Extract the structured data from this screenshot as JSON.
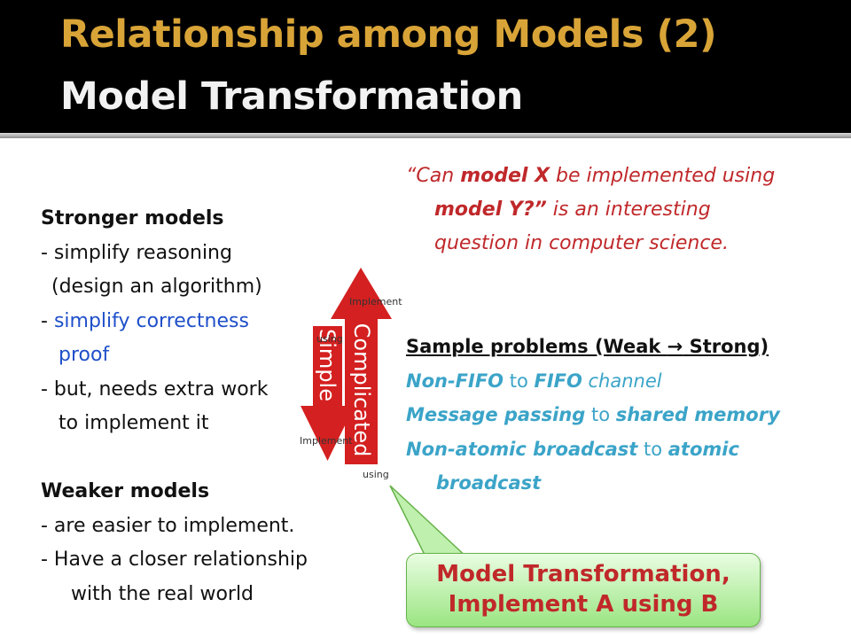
{
  "header": {
    "title_line1": "Relationship among Models (2)",
    "title_line2": "Model Transformation"
  },
  "left": {
    "stronger_heading": "Stronger models",
    "stronger_1": "- simplify reasoning",
    "stronger_2": "(design an algorithm)",
    "stronger_3_prefix": "- ",
    "stronger_3_blue": "simplify correctness",
    "stronger_4_blue": "proof",
    "stronger_5": "- but, needs extra work",
    "stronger_6": "to implement it",
    "weaker_heading": "Weaker models",
    "weaker_1": "- are easier to implement.",
    "weaker_2": "- Have a closer relationship",
    "weaker_3": "with the real world"
  },
  "quote": {
    "open": "“Can ",
    "model_x": "model X",
    "mid1": " be implemented using",
    "model_y": "model Y?”",
    "mid2": " is an interesting",
    "line3": "question in computer science."
  },
  "samples": {
    "title_part1": "Sample problems (Weak ",
    "title_arrow": "→",
    "title_part2": " Strong)",
    "row1_a": "Non-FIFO",
    "row1_b": " to ",
    "row1_c": "FIFO",
    "row1_d": " channel",
    "row2_a": "Message passing",
    "row2_b": "  to ",
    "row2_c": "shared memory",
    "row3_a": "Non-atomic broadcast",
    "row3_b": "  to  ",
    "row3_c": "atomic",
    "row4": "broadcast"
  },
  "arrows": {
    "simple_label": "Simple",
    "complicated_label": "Complicated",
    "implement_top": "Implement",
    "using_top": "using",
    "implement_bottom": "Implement",
    "using_bottom": "using",
    "color": "#d42020"
  },
  "callout": {
    "line1": "Model Transformation,",
    "line2": "Implement A using B"
  }
}
